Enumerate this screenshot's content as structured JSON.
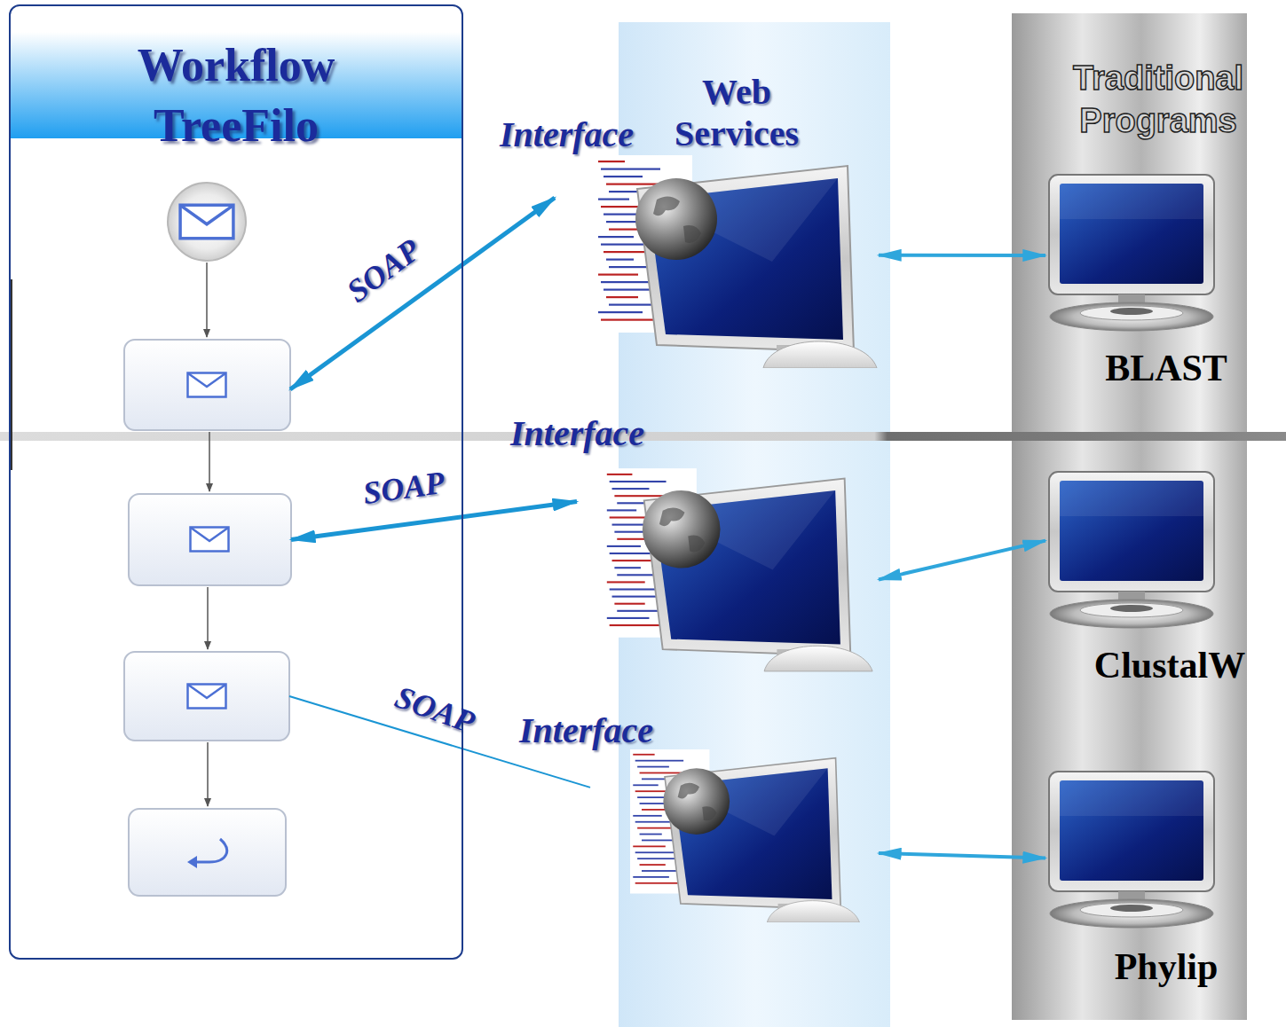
{
  "diagram": {
    "nodes": [
      {
        "text": [
          "Workflow TreeFilo"
        ]
      },
      {
        "text": [
          "Web Services"
        ]
      },
      {
        "text": [
          "Interface"
        ],
        "in": 1
      },
      {
        "text": [
          "Interface"
        ],
        "in": 1
      },
      {
        "text": [
          "Interface"
        ],
        "in": 1
      },
      {
        "text": [
          "Traditional Programs"
        ]
      },
      {
        "text": [
          "BLAST"
        ],
        "in": 5
      },
      {
        "text": [
          "ClustalW"
        ],
        "in": 5
      },
      {
        "text": [
          "Phylip"
        ],
        "in": 5
      }
    ],
    "edges": [
      {
        "from": 0,
        "to": 2,
        "label": "SOAP",
        "arrow": "both"
      },
      {
        "from": 0,
        "to": 3,
        "label": "SOAP",
        "arrow": "both"
      },
      {
        "from": 0,
        "to": 4,
        "label": "SOAP",
        "arrow": "none"
      },
      {
        "from": 2,
        "to": 6,
        "arrow": "both"
      },
      {
        "from": 3,
        "to": 7,
        "arrow": "both"
      },
      {
        "from": 4,
        "to": 8,
        "arrow": "both"
      }
    ]
  }
}
